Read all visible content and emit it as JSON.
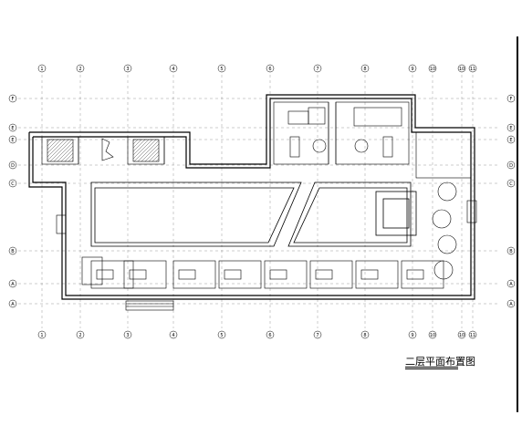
{
  "drawing_title": "二层平面布置图",
  "grid": {
    "top_labels": [
      "1",
      "2",
      "3",
      "4",
      "5",
      "6",
      "7",
      "8",
      "9",
      "10",
      "10",
      "11"
    ],
    "bottom_labels": [
      "1",
      "2",
      "3",
      "4",
      "5",
      "6",
      "7",
      "8",
      "9",
      "10",
      "10",
      "11"
    ],
    "left_labels": [
      "F",
      "E",
      "E",
      "D",
      "C",
      "B",
      "A",
      "A"
    ],
    "right_labels": [
      "F",
      "E",
      "E",
      "D",
      "C",
      "B",
      "A",
      "A"
    ]
  },
  "colors": {
    "line": "#000000",
    "fill": "#ffffff",
    "hatch": "#555555"
  }
}
